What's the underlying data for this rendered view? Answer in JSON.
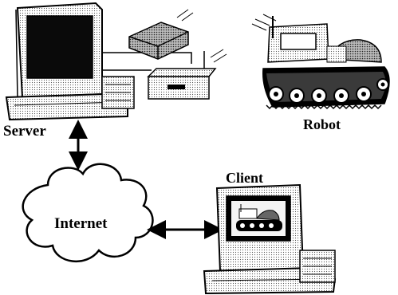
{
  "labels": {
    "server": "Server",
    "robot": "Robot",
    "client": "Client",
    "internet": "Internet"
  },
  "colors": {
    "ink": "#000000",
    "screen": "#0a0a0a",
    "case_fill": "#ffffff",
    "device_shade": "#d8d8d8",
    "robot_screen_bg": "#ffffff",
    "client_screen_bg": "#f4f4f4"
  },
  "icons": {
    "server": "desktop-computer-icon",
    "modem": "modem-icon",
    "router": "wireless-router-icon",
    "robot": "tracked-robot-icon",
    "client": "desktop-computer-icon",
    "internet": "cloud-icon"
  }
}
